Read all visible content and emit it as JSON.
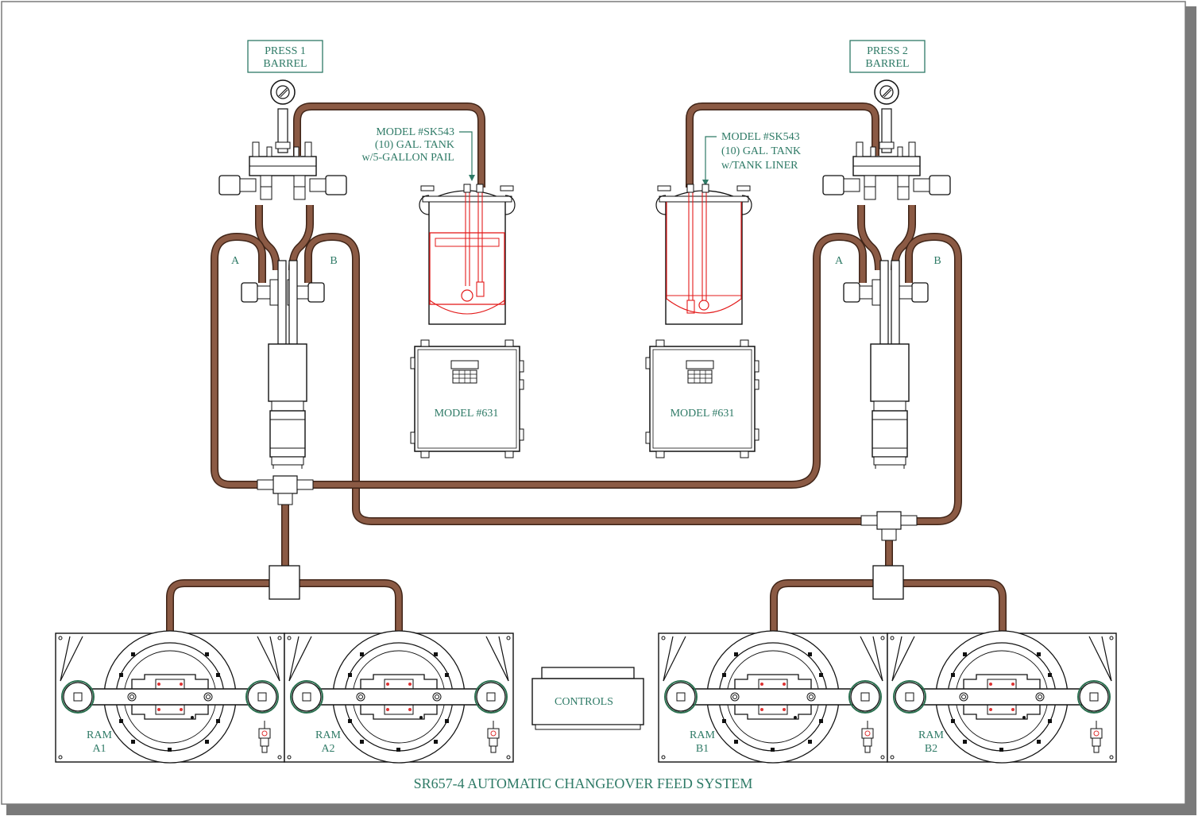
{
  "title": "SR657-4 AUTOMATIC CHANGEOVER FEED SYSTEM",
  "colors": {
    "hose": "#8b5a44",
    "hose_edge": "#3f2417",
    "line": "#1a1a1a",
    "label": "#2e7a66",
    "tank_liner": "#e31b1b",
    "shadow": "#7a7a7a"
  },
  "press1": {
    "line1": "PRESS 1",
    "line2": "BARREL",
    "port_a": "A",
    "port_b": "B"
  },
  "press2": {
    "line1": "PRESS 2",
    "line2": "BARREL",
    "port_a": "A",
    "port_b": "B"
  },
  "tank1": {
    "line1": "MODEL #SK543",
    "line2": "(10) GAL. TANK",
    "line3": "w/5-GALLON PAIL"
  },
  "tank2": {
    "line1": "MODEL #SK543",
    "line2": "(10) GAL. TANK",
    "line3": "w/TANK LINER"
  },
  "controller1": {
    "label": "MODEL #631"
  },
  "controller2": {
    "label": "MODEL #631"
  },
  "controls": {
    "label": "CONTROLS"
  },
  "rams": [
    {
      "line1": "RAM",
      "line2": "A1"
    },
    {
      "line1": "RAM",
      "line2": "A2"
    },
    {
      "line1": "RAM",
      "line2": "B1"
    },
    {
      "line1": "RAM",
      "line2": "B2"
    }
  ]
}
